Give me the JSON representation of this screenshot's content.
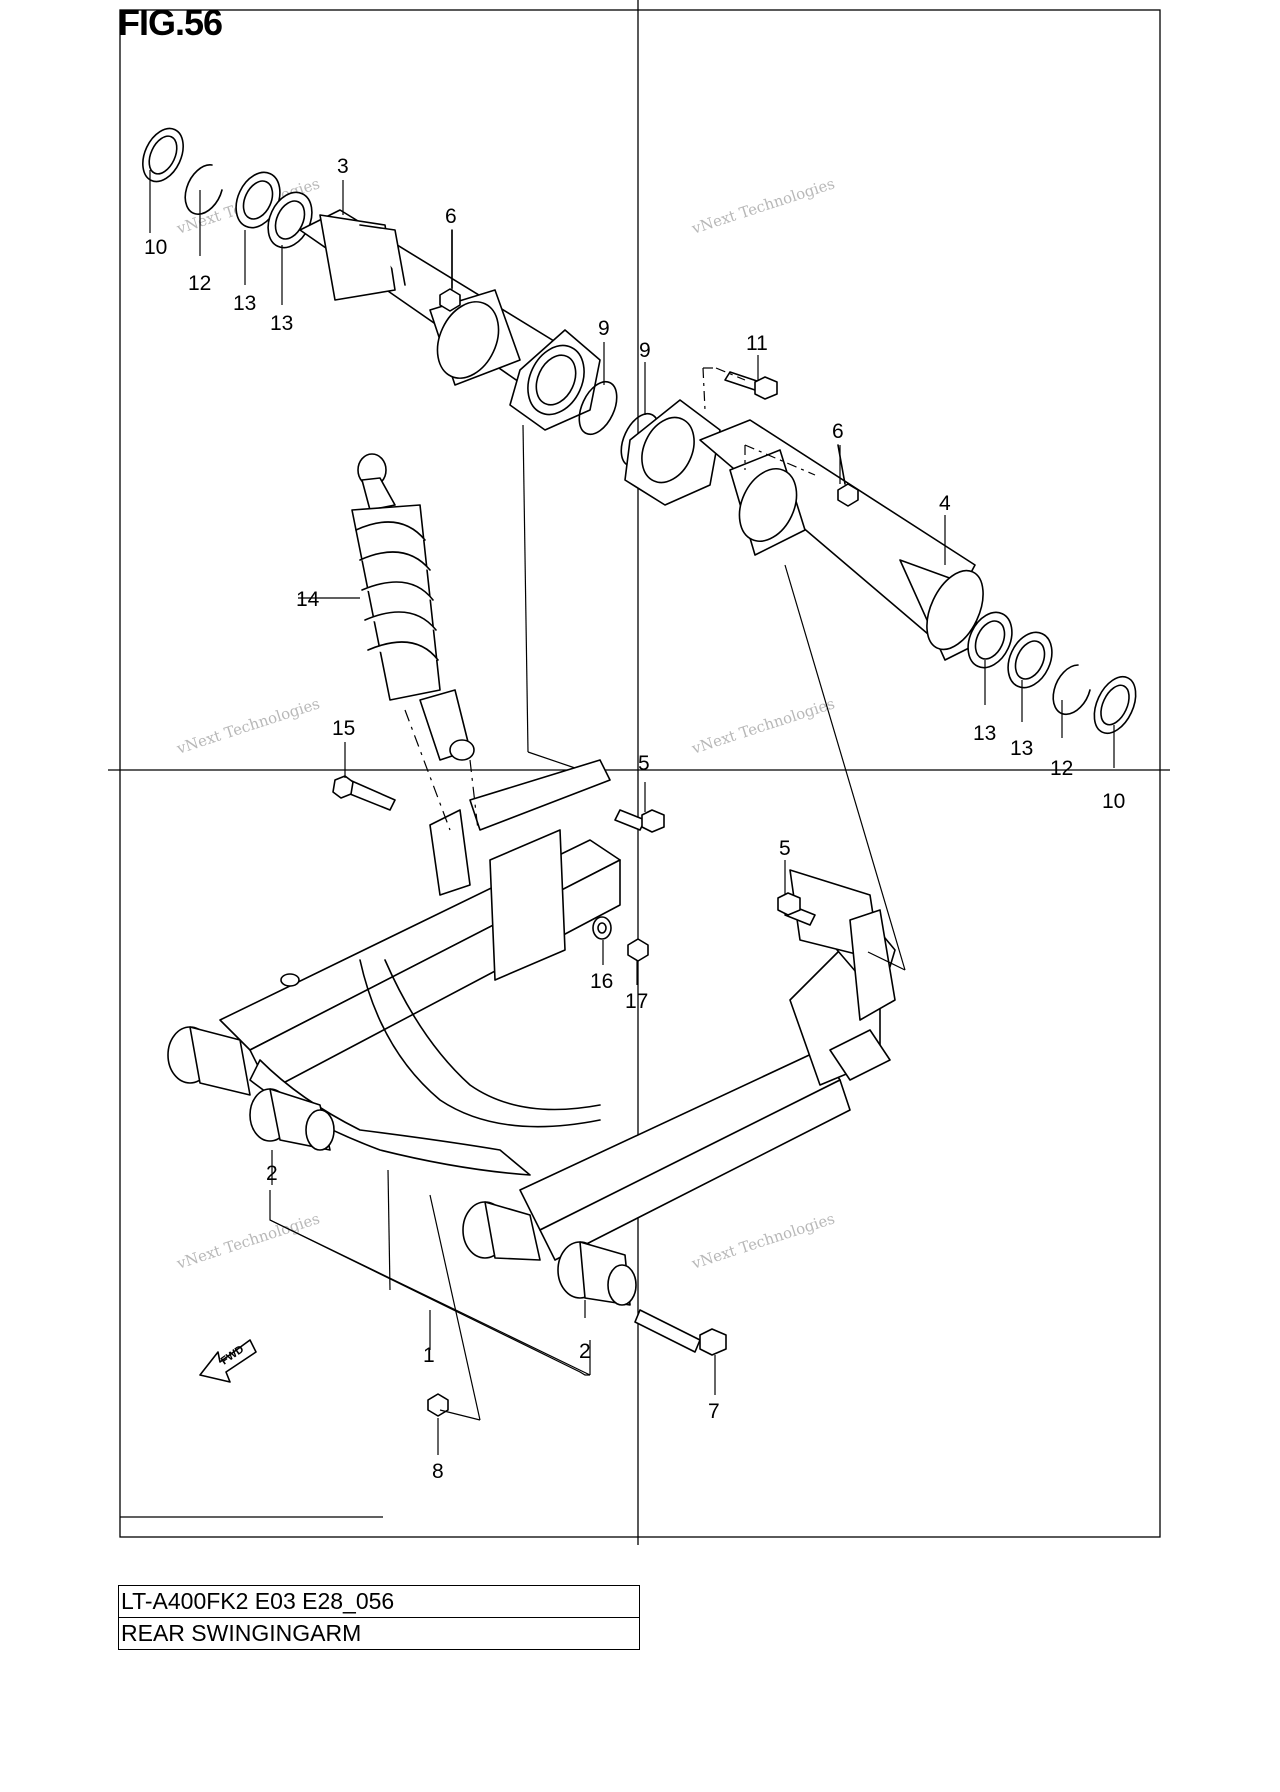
{
  "figure_title": "FIG.56",
  "info": {
    "model_code": "LT-A400FK2 E03 E28_056",
    "section_name": "REAR SWINGINGARM"
  },
  "watermark": {
    "line1": "vNext Technologies",
    "line2": "Technologies"
  },
  "fwd_label": "FWD",
  "callouts": [
    {
      "id": "c10a",
      "label": "10"
    },
    {
      "id": "c12a",
      "label": "12"
    },
    {
      "id": "c13a",
      "label": "13"
    },
    {
      "id": "c13b",
      "label": "13"
    },
    {
      "id": "c3",
      "label": "3"
    },
    {
      "id": "c6a",
      "label": "6"
    },
    {
      "id": "c9a",
      "label": "9"
    },
    {
      "id": "c9b",
      "label": "9"
    },
    {
      "id": "c11",
      "label": "11"
    },
    {
      "id": "c6b",
      "label": "6"
    },
    {
      "id": "c4",
      "label": "4"
    },
    {
      "id": "c14",
      "label": "14"
    },
    {
      "id": "c13c",
      "label": "13"
    },
    {
      "id": "c13d",
      "label": "13"
    },
    {
      "id": "c12b",
      "label": "12"
    },
    {
      "id": "c10b",
      "label": "10"
    },
    {
      "id": "c15",
      "label": "15"
    },
    {
      "id": "c5a",
      "label": "5"
    },
    {
      "id": "c5b",
      "label": "5"
    },
    {
      "id": "c16",
      "label": "16"
    },
    {
      "id": "c17",
      "label": "17"
    },
    {
      "id": "c2a",
      "label": "2"
    },
    {
      "id": "c2b",
      "label": "2"
    },
    {
      "id": "c1",
      "label": "1"
    },
    {
      "id": "c7",
      "label": "7"
    },
    {
      "id": "c8",
      "label": "8"
    }
  ]
}
